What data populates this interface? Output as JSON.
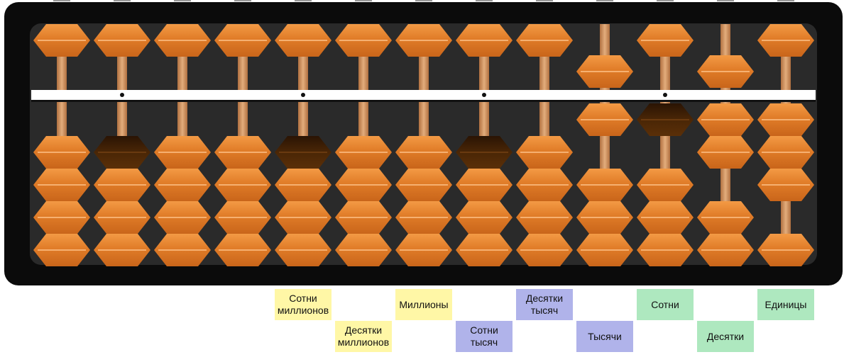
{
  "colors": {
    "frame": "#0b0b0b",
    "panel": "#2a2a2a",
    "bar": "#ffffff",
    "bead": "#e07c28",
    "bead_highlight": "#f6a95c",
    "bead_selected": "#4a2606",
    "rod": "#d59b68",
    "label_yellow": "#fff7a6",
    "label_purple": "#b0b3ea",
    "label_green": "#aee8bf"
  },
  "abacus": {
    "rod_count": 13,
    "bead_value_per_rod": [
      0,
      0,
      0,
      0,
      0,
      0,
      0,
      0,
      0,
      6,
      1,
      7,
      3
    ],
    "selected_beads": [
      {
        "rod": 1,
        "bead": "lower-1"
      },
      {
        "rod": 4,
        "bead": "lower-1"
      },
      {
        "rod": 7,
        "bead": "lower-1"
      },
      {
        "rod": 10,
        "bead": "lower-1"
      }
    ]
  },
  "labels": [
    {
      "rod": 4,
      "row": 0,
      "text": "Сотни\nмиллионов",
      "color": "yellow"
    },
    {
      "rod": 5,
      "row": 1,
      "text": "Десятки\nмиллионов",
      "color": "yellow"
    },
    {
      "rod": 6,
      "row": 0,
      "text": "Миллионы",
      "color": "yellow"
    },
    {
      "rod": 7,
      "row": 1,
      "text": "Сотни\nтысяч",
      "color": "purple"
    },
    {
      "rod": 8,
      "row": 0,
      "text": "Десятки\nтысяч",
      "color": "purple"
    },
    {
      "rod": 9,
      "row": 1,
      "text": "Тысячи",
      "color": "purple"
    },
    {
      "rod": 10,
      "row": 0,
      "text": "Сотни",
      "color": "green"
    },
    {
      "rod": 11,
      "row": 1,
      "text": "Десятки",
      "color": "green"
    },
    {
      "rod": 12,
      "row": 0,
      "text": "Единицы",
      "color": "green"
    }
  ]
}
